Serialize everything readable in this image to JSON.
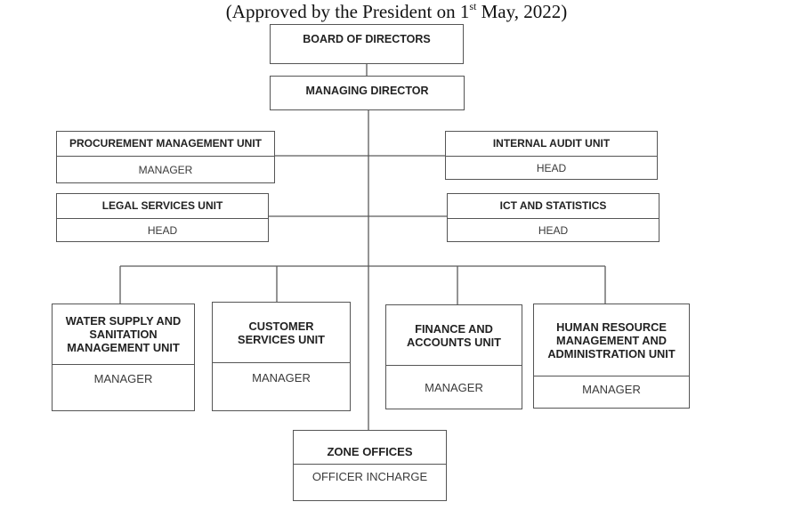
{
  "caption": {
    "prefix": "(Approved by the President on 1",
    "superscript": "st",
    "suffix": " May, 2022)"
  },
  "boxes": {
    "board": {
      "title": "BOARD OF DIRECTORS"
    },
    "managing_director": {
      "title": "MANAGING DIRECTOR"
    },
    "procurement": {
      "title": "PROCUREMENT MANAGEMENT UNIT",
      "role": "MANAGER"
    },
    "internal_audit": {
      "title": "INTERNAL AUDIT UNIT",
      "role": "HEAD"
    },
    "legal": {
      "title": "LEGAL SERVICES UNIT",
      "role": "HEAD"
    },
    "ict": {
      "title": "ICT AND STATISTICS",
      "role": "HEAD"
    },
    "water_supply": {
      "title": "WATER SUPPLY AND SANITATION MANAGEMENT UNIT",
      "role": "MANAGER"
    },
    "customer_services": {
      "title": "CUSTOMER SERVICES UNIT",
      "role": "MANAGER"
    },
    "finance": {
      "title": "FINANCE AND ACCOUNTS UNIT",
      "role": "MANAGER"
    },
    "human_resource": {
      "title": "HUMAN RESOURCE MANAGEMENT AND ADMINISTRATION UNIT",
      "role": "MANAGER"
    },
    "zone_offices": {
      "title": "ZONE OFFICES",
      "role": "OFFICER INCHARGE"
    }
  }
}
